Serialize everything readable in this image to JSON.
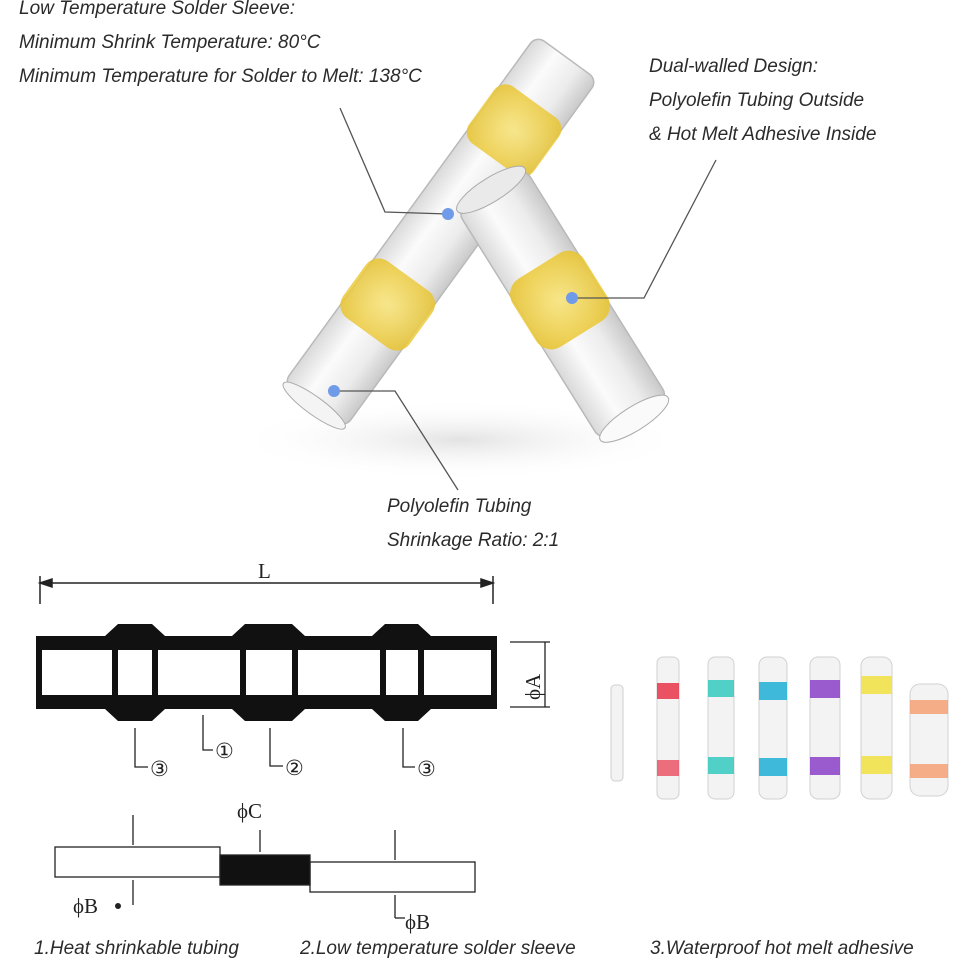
{
  "callouts": {
    "solder_sleeve": {
      "title": "Low Temperature Solder Sleeve:",
      "line1": "Minimum Shrink Temperature: 80°C",
      "line2": "Minimum Temperature for Solder to Melt: 138°C"
    },
    "dual_wall": {
      "title": "Dual-walled Design:",
      "line1": "Polyolefin Tubing Outside",
      "line2": "& Hot Melt Adhesive Inside"
    },
    "polyolefin": {
      "title": "Polyolefin Tubing",
      "line1": "Shrinkage Ratio: 2:1"
    }
  },
  "diagram": {
    "length_label": "L",
    "diameter_a": "ϕA",
    "diameter_b": "ϕB",
    "diameter_c": "ϕC",
    "markers": [
      "③",
      "①",
      "②",
      "③"
    ]
  },
  "legend": {
    "item1": "1.Heat shrinkable tubing",
    "item2": "2.Low temperature solder sleeve",
    "item3": "3.Waterproof hot melt adhesive"
  },
  "colors": {
    "solder_yellow": "#f2d64a",
    "callout_dot": "#6f9be8",
    "diagram_black": "#111111",
    "sizes": [
      "#e9e9e9",
      "#e8354a",
      "#34c9c0",
      "#2ab3d6",
      "#8a3fc8",
      "#f1e24a",
      "#f3a072"
    ]
  }
}
